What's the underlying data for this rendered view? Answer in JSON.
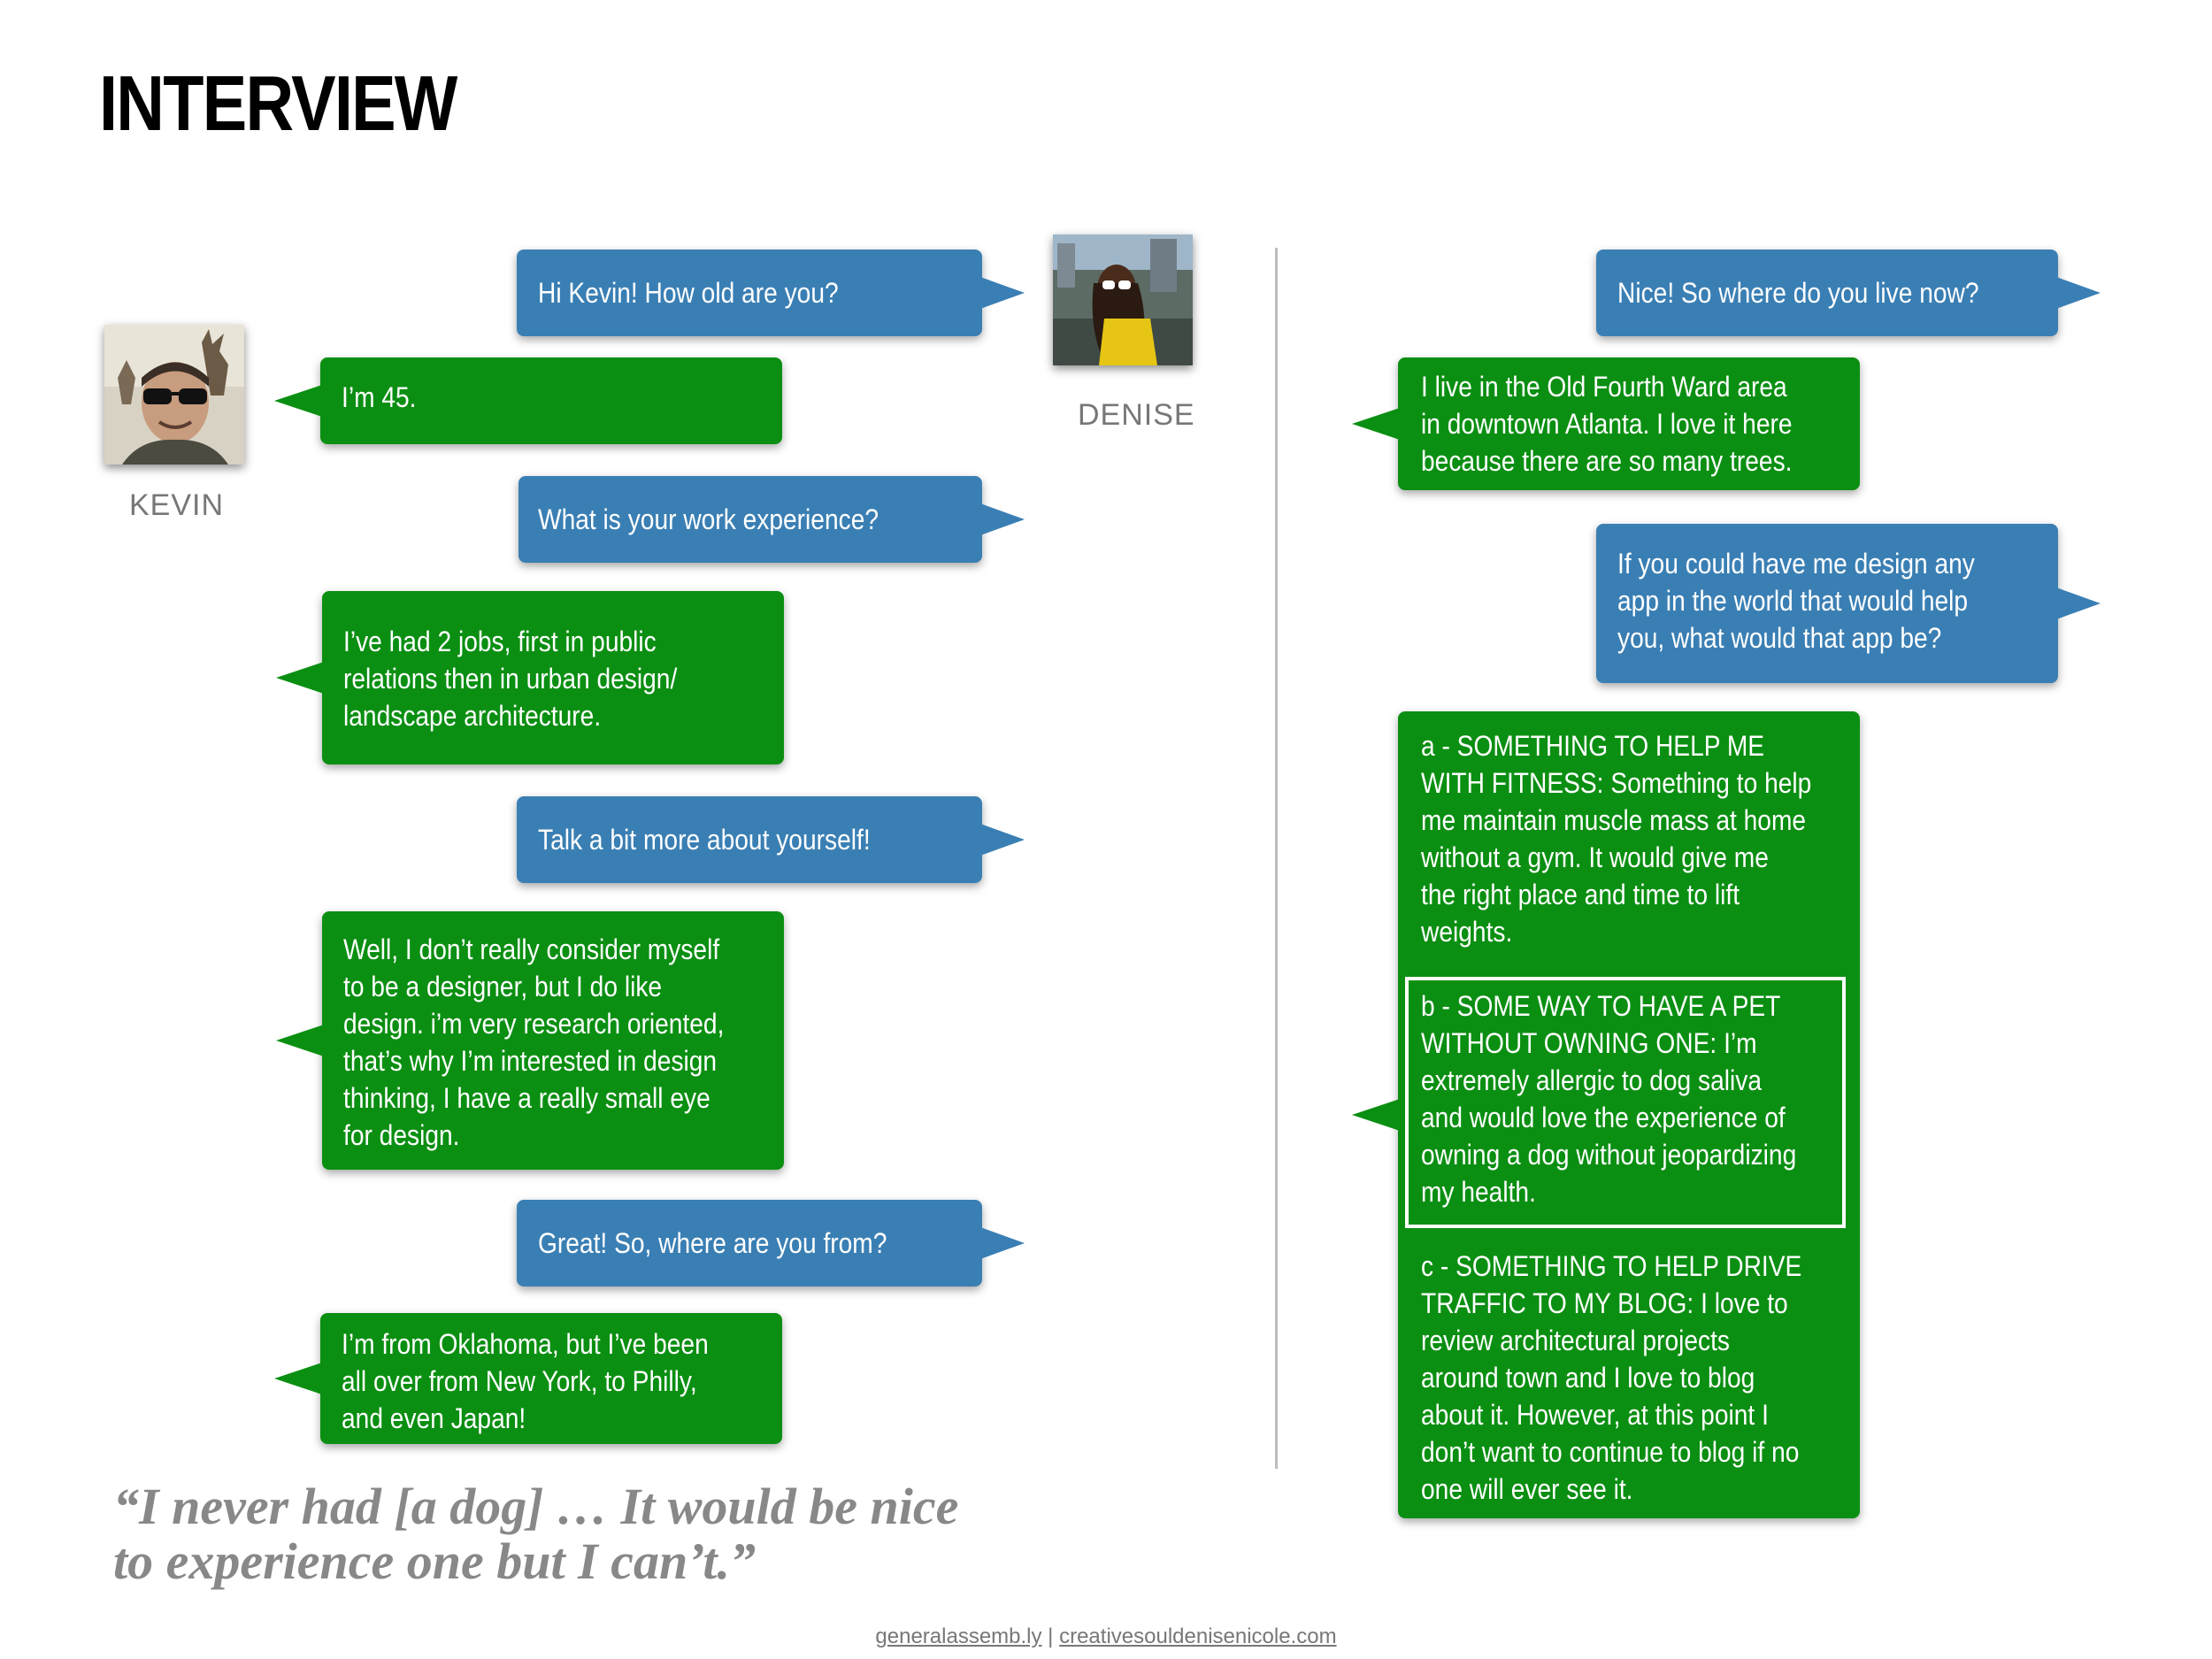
{
  "page": {
    "title": "INTERVIEW"
  },
  "left_interview": {
    "interviewee_name": "KEVIN",
    "interviewer_name": "DENISE",
    "messages": [
      {
        "speaker": "denise",
        "text": "Hi Kevin! How old are you?"
      },
      {
        "speaker": "kevin",
        "text": "I’m 45."
      },
      {
        "speaker": "denise",
        "text": "What is your work experience?"
      },
      {
        "speaker": "kevin",
        "text": "I’ve had 2 jobs, first in public\nrelations then in urban design/\n landscape architecture."
      },
      {
        "speaker": "denise",
        "text": "Talk a bit more about yourself!"
      },
      {
        "speaker": "kevin",
        "text": "Well, I don’t really consider myself\nto be a designer, but I do like\ndesign. i’m very research oriented,\nthat’s why I’m interested in design\nthinking, I have a really small eye\nfor design."
      },
      {
        "speaker": "denise",
        "text": "Great! So, where are you from?"
      },
      {
        "speaker": "kevin",
        "text": "I’m from Oklahoma, but I’ve been\nall over  from New York, to Philly,\nand even Japan!"
      }
    ]
  },
  "right_interview": {
    "messages": [
      {
        "speaker": "denise",
        "text": "Nice! So where do you live now?"
      },
      {
        "speaker": "kevin",
        "text": "I live in the Old Fourth Ward area\nin downtown Atlanta. I love it here\nbecause there are so many trees."
      },
      {
        "speaker": "denise",
        "text": "If you could have me design any\napp in the world that would help\nyou, what would that app be?"
      }
    ],
    "answer_options": [
      {
        "text": "a - SOMETHING TO HELP ME\nWITH FITNESS:  Something to help\nme maintain muscle mass at home\nwithout a gym. It would give me\nthe right place and time to lift\nweights."
      },
      {
        "text": "b - SOME WAY TO HAVE A PET\nWITHOUT OWNING ONE: I’m\nextremely allergic to dog saliva\nand would love the experience of\nowning a dog without jeopardizing\nmy health."
      },
      {
        "text": "c - SOMETHING TO HELP DRIVE\nTRAFFIC TO MY BLOG: I love to\nreview architectural projects\naround town and I love to blog\nabout it. However, at this point I\ndon’t want to continue to blog if no\none will ever see it."
      }
    ]
  },
  "quote": {
    "text": "“I never had [a dog] … It would be nice\nto experience one but I can’t.”"
  },
  "footer": {
    "link1": "generalassemb.ly",
    "separator": " | ",
    "link2": "creativesouldenisenicole.com"
  },
  "colors": {
    "interviewer_bubble": "#3a7fb4",
    "interviewee_bubble": "#0b8f12",
    "quote": "#888888"
  }
}
